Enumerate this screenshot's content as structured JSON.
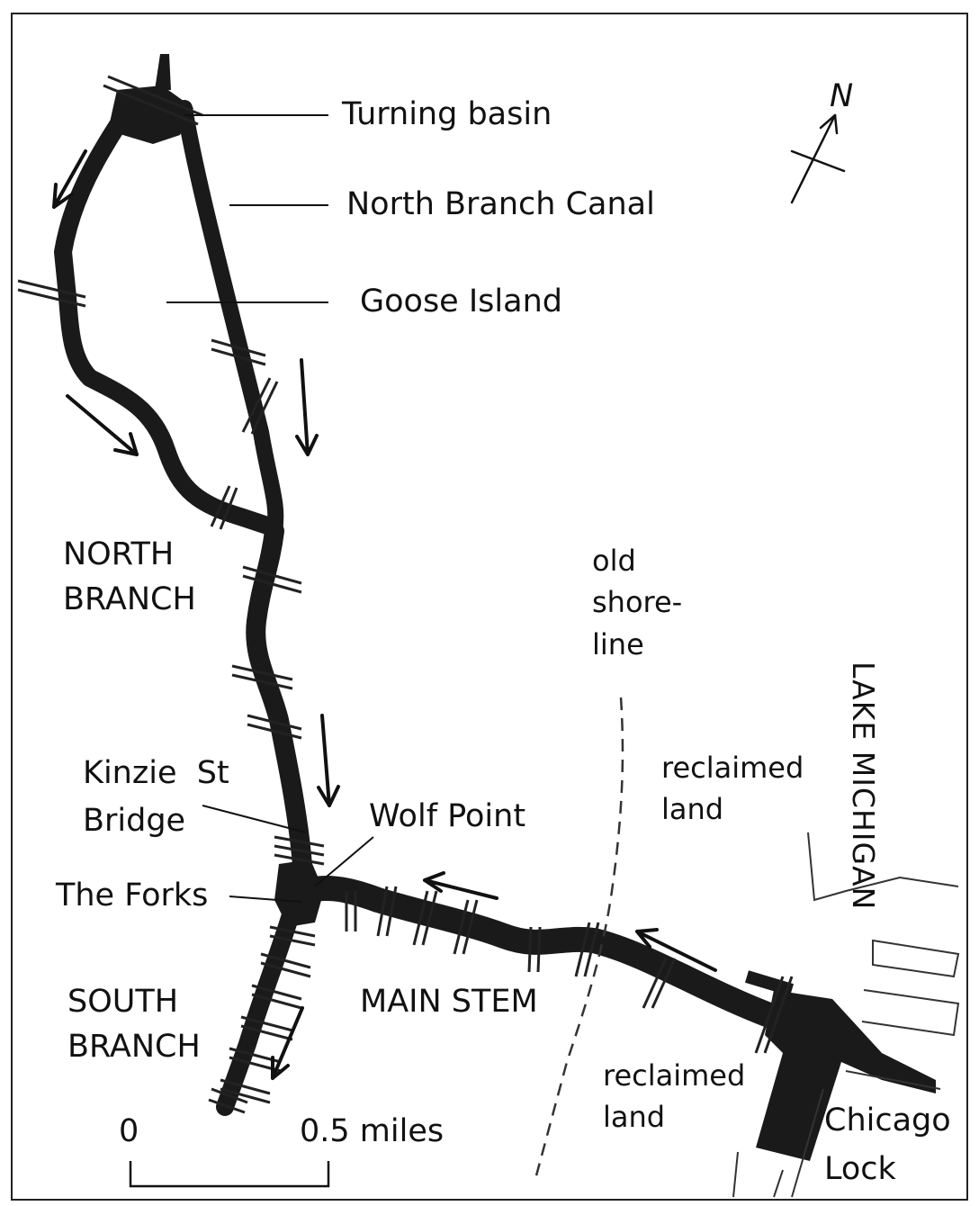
{
  "map": {
    "compass_label": "N",
    "labels": {
      "turning_basin": "Turning basin",
      "north_branch_canal": "North Branch Canal",
      "goose_island": "Goose Island",
      "north_branch_line1": "NORTH",
      "north_branch_line2": "BRANCH",
      "old_shoreline_line1": "old",
      "old_shoreline_line2": "shore-",
      "old_shoreline_line3": "line",
      "lake_line1": "LAKE",
      "lake_line2": "MICHIGAN",
      "reclaimed_land_upper_line1": "reclaimed",
      "reclaimed_land_upper_line2": "land",
      "kinzie_line1": "Kinzie  St",
      "kinzie_line2": "Bridge",
      "wolf_point": "Wolf Point",
      "the_forks": "The Forks",
      "south_branch_line1": "SOUTH",
      "south_branch_line2": "BRANCH",
      "main_stem": "MAIN STEM",
      "reclaimed_land_lower_line1": "reclaimed",
      "reclaimed_land_lower_line2": "land",
      "chicago_lock_line1": "Chicago",
      "chicago_lock_line2": "Lock"
    },
    "scale_bar": {
      "start_label": "0",
      "end_label": "0.5 miles"
    },
    "colors": {
      "river": "#1a1a1a",
      "ink": "#111111",
      "background": "#ffffff"
    }
  }
}
